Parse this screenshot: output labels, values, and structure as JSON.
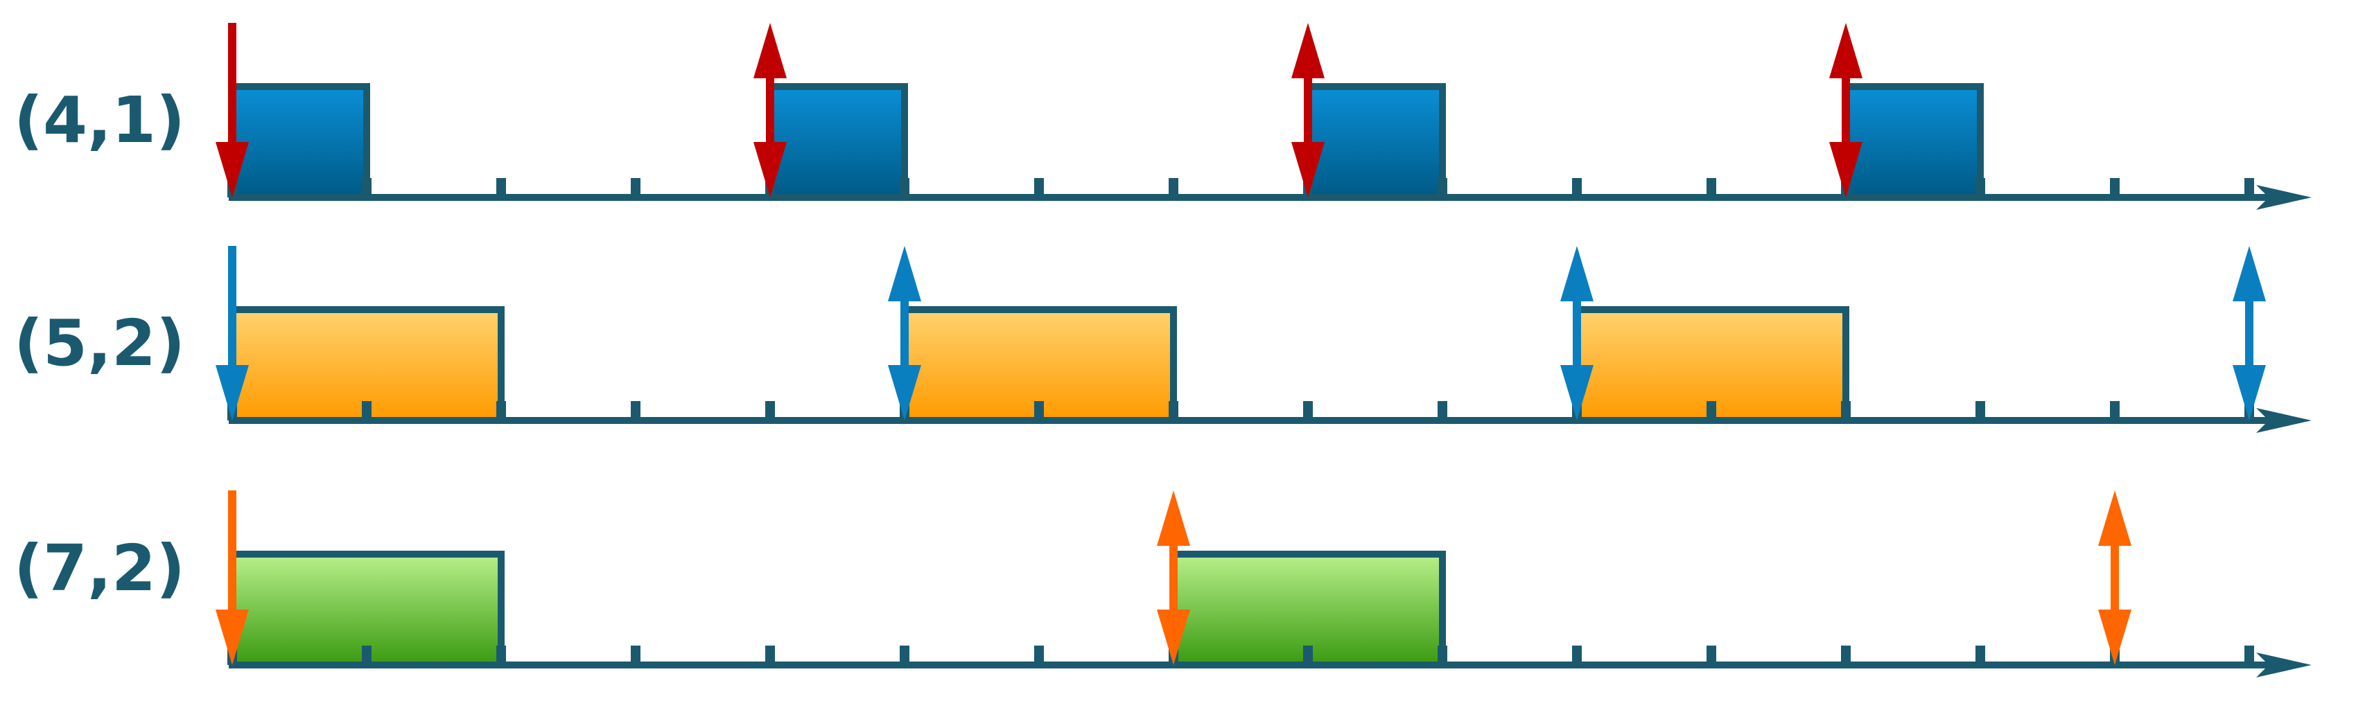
{
  "axis_color": "#1b5a6e",
  "rows": [
    {
      "label": "(4,1)",
      "period": 4,
      "duration": 1,
      "releases": [
        0,
        4,
        8,
        12
      ],
      "jobs": [
        0,
        4,
        8,
        12
      ],
      "arrow_color": "#c00000",
      "box_fill_top": "#0a8fd6",
      "box_fill_bottom": "#005a86"
    },
    {
      "label": "(5,2)",
      "period": 5,
      "duration": 2,
      "releases": [
        0,
        5,
        10,
        15
      ],
      "jobs": [
        0,
        5,
        10
      ],
      "arrow_color": "#0a7fbf",
      "box_fill_top": "#ffd36e",
      "box_fill_bottom": "#ff9a00"
    },
    {
      "label": "(7,2)",
      "period": 7,
      "duration": 2,
      "releases": [
        0,
        7,
        14
      ],
      "jobs": [
        0,
        7
      ],
      "arrow_color": "#ff6600",
      "box_fill_top": "#b8f08a",
      "box_fill_bottom": "#3a9a10"
    }
  ],
  "time_units": 15
}
